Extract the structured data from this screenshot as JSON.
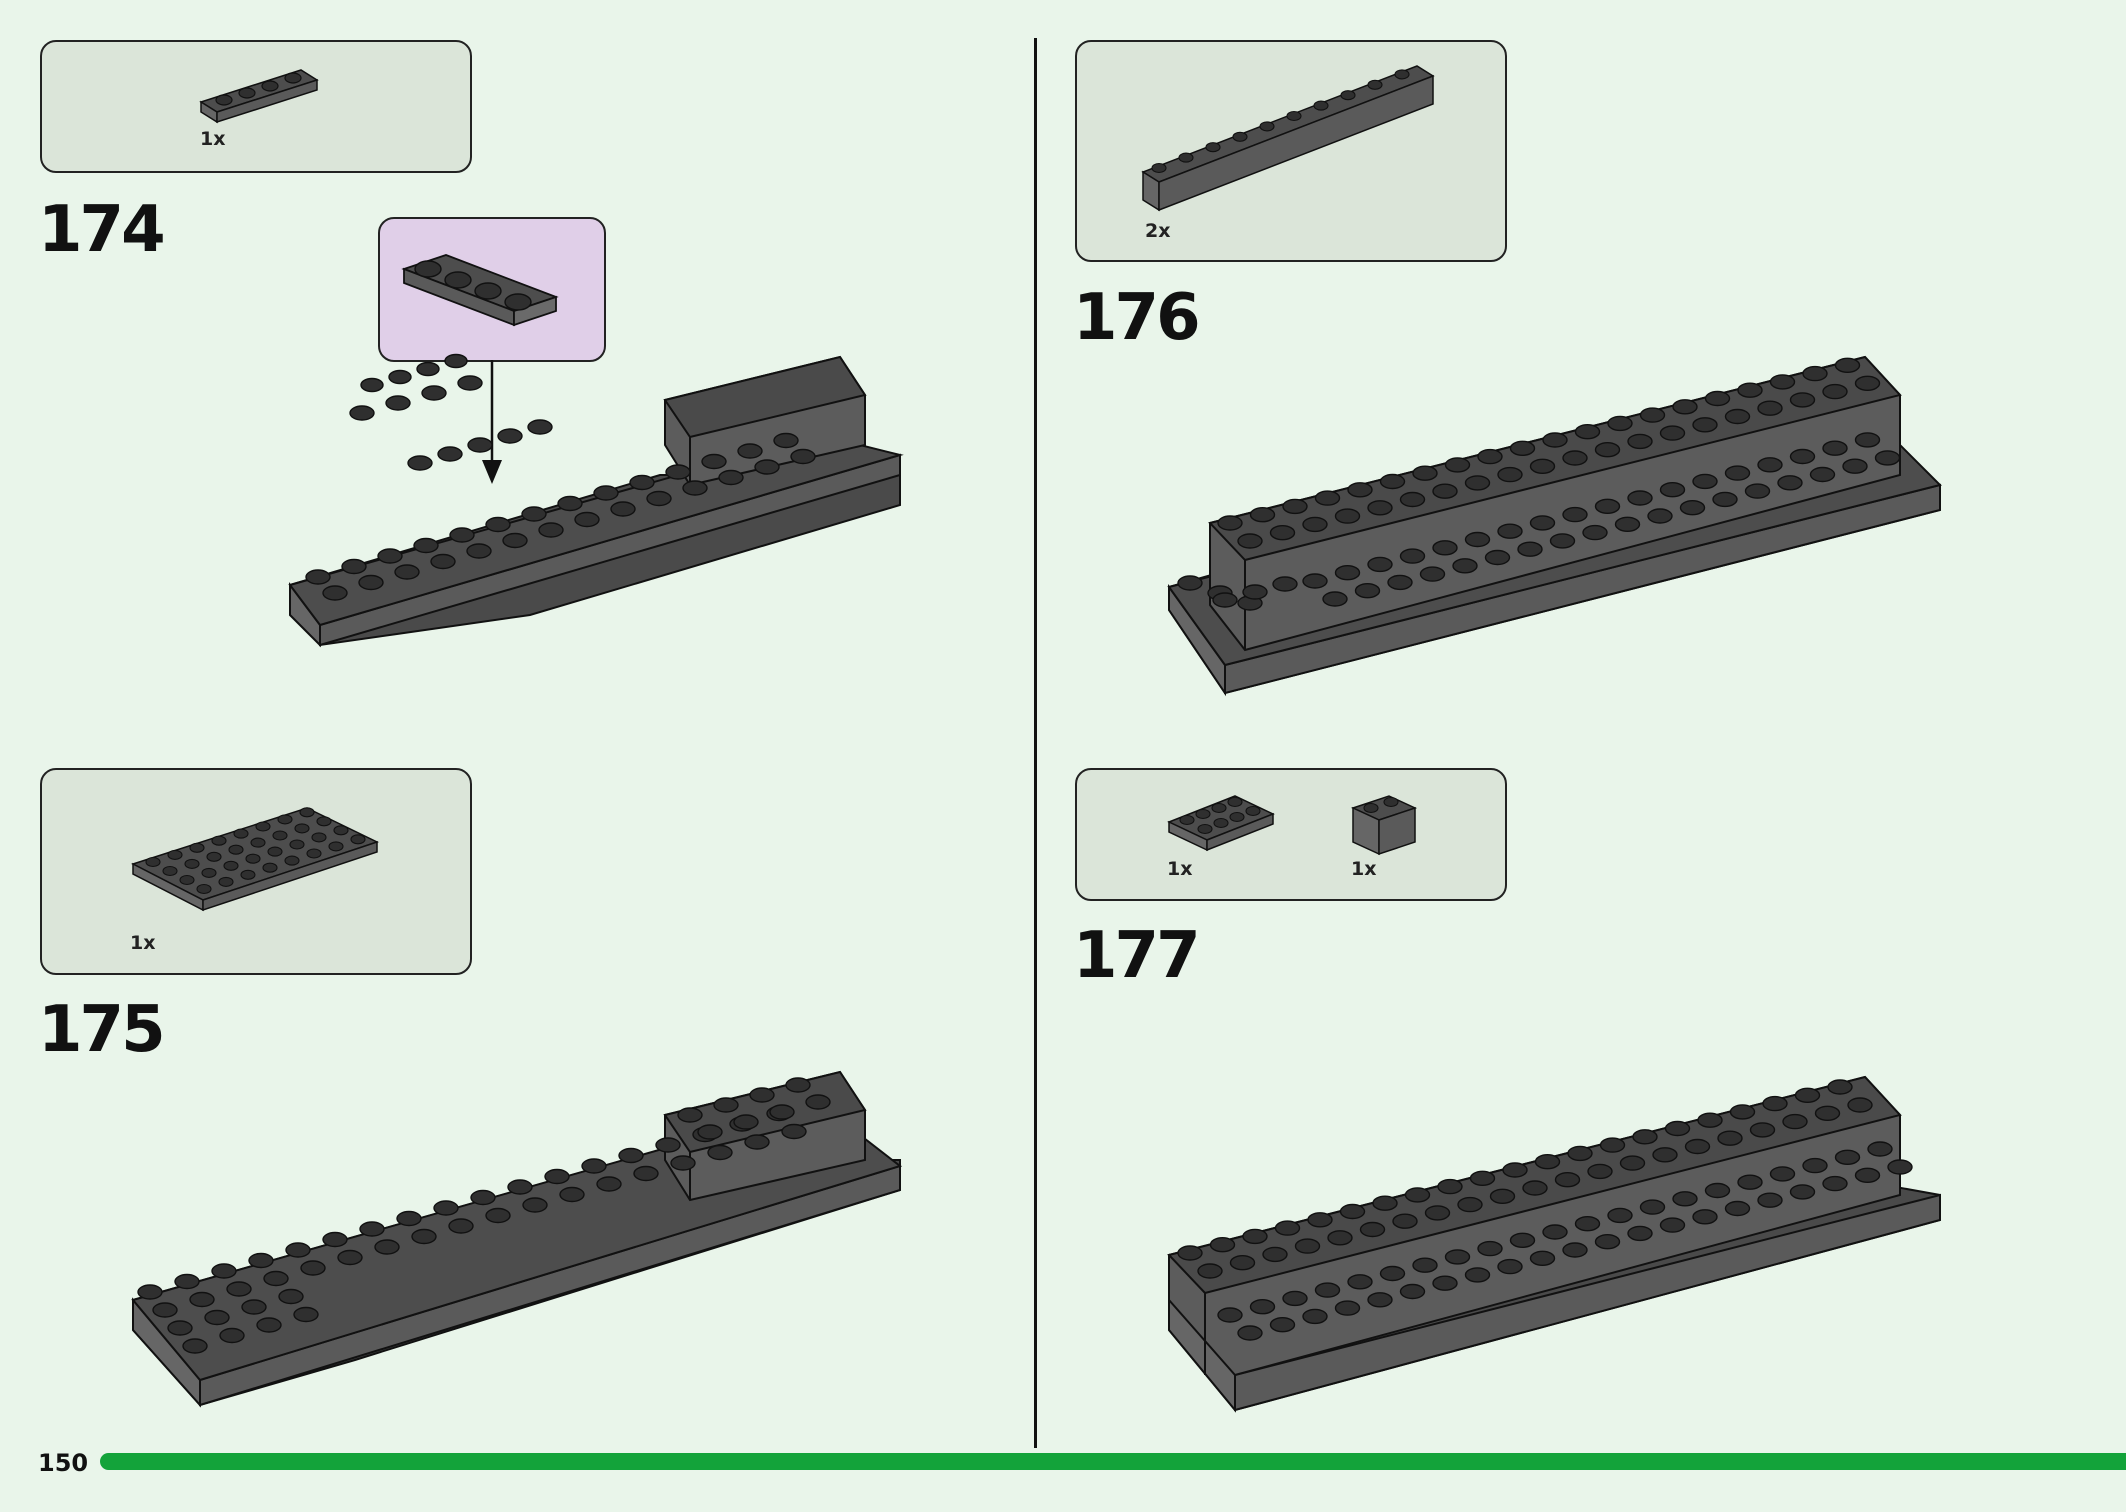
{
  "page_number": "150",
  "steps": [
    {
      "number": "174",
      "parts": [
        {
          "qty": "1x",
          "brick": "plate-1x4"
        }
      ],
      "callout": {
        "brick": "plate-1x4"
      }
    },
    {
      "number": "175",
      "parts": [
        {
          "qty": "1x",
          "brick": "plate-4x8"
        }
      ]
    },
    {
      "number": "176",
      "parts": [
        {
          "qty": "2x",
          "brick": "brick-1x10"
        }
      ]
    },
    {
      "number": "177",
      "parts": [
        {
          "qty": "1x",
          "brick": "plate-2x4"
        },
        {
          "qty": "1x",
          "brick": "brick-1x2"
        }
      ]
    }
  ],
  "colors": {
    "brick": "#4a4a4a",
    "brick_side": "#5c5c5c",
    "stud": "#2e2e2e",
    "progress": "#13a33a",
    "callout_bg": "#e0cfe8",
    "parts_bg": "#dbe5d9"
  }
}
